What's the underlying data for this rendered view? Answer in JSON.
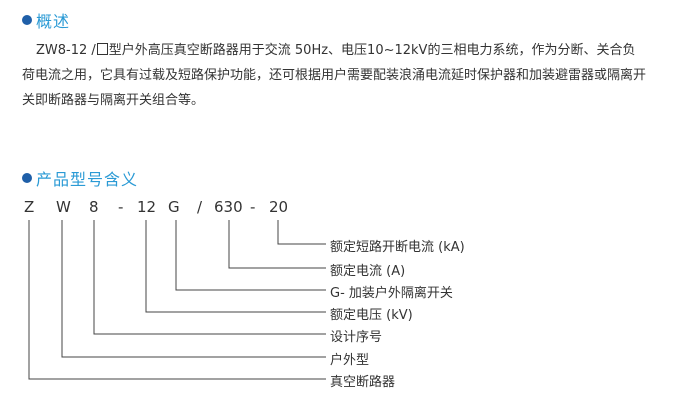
{
  "overview": {
    "title": "概述",
    "line1_before_box": "ZW8-12 /",
    "line1_after_box": "型户外高压真空断路器用于交流 50Hz、电压10~12kV的三相电力系统，作为分断、关合负",
    "line2": "荷电流之用，它具有过载及短路保护功能，还可根据用户需要配装浪涌电流延时保护器和加装避雷器或隔离开",
    "line3": "关即断路器与隔离开关组合等。"
  },
  "model_meaning": {
    "title": "产品型号含义",
    "code_parts": [
      "Z",
      "W",
      "8",
      "-",
      "12",
      "G",
      "/",
      "630",
      "-",
      "20"
    ],
    "descriptions": [
      "额定短路开断电流 (kA)",
      "额定电流 (A)",
      "G- 加装户外隔离开关",
      "额定电压 (kV)",
      "设计序号",
      "户外型",
      "真空断路器"
    ]
  },
  "colors": {
    "heading": "#2a9ad5",
    "bullet": "#1f5fa8",
    "text": "#333333",
    "line": "#444444"
  }
}
